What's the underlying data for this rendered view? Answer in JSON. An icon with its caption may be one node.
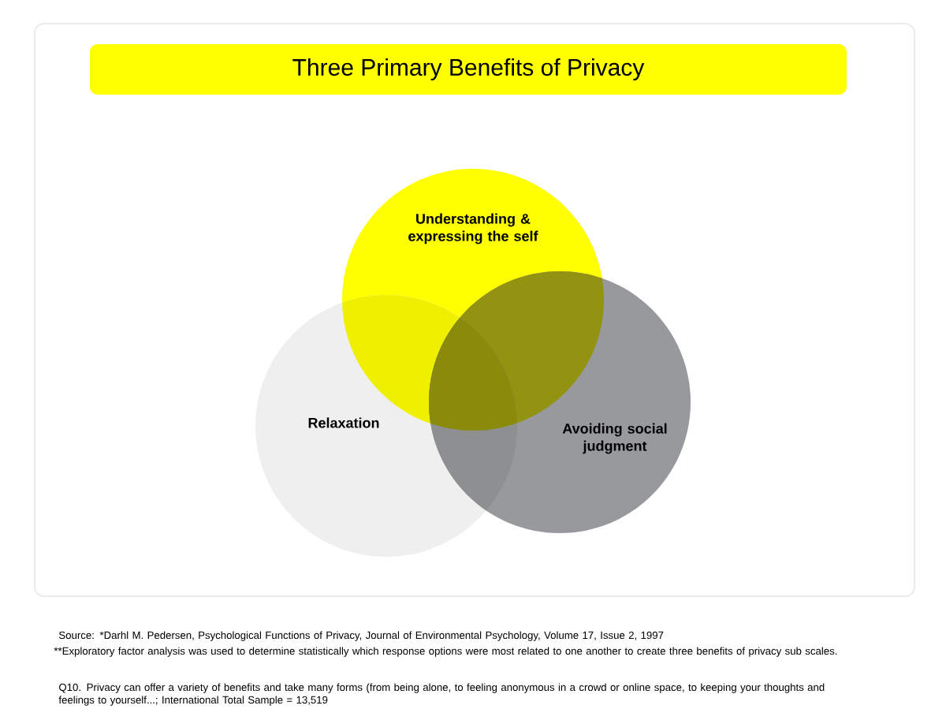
{
  "diagram": {
    "title": "Three Primary Benefits of Privacy",
    "nodes": [
      {
        "text": [
          "Understanding & expressing the self"
        ]
      },
      {
        "text": [
          "Relaxation"
        ]
      },
      {
        "text": [
          "Avoiding social judgment"
        ]
      }
    ],
    "labels": [
      "Source: *Darhl M. Pedersen, Psychological Functions of Privacy, Journal of Environmental Psychology, Volume 17, Issue 2, 1997",
      "**Exploratory factor analysis was used to determine statistically which response options were most related to one another to create three benefits of privacy sub scales.",
      "Q10. Privacy can offer a variety of benefits and take many forms (from being alone, to feeling anonymous in a crowd or online space, to keeping your thoughts and feelings to yourself...; International Total Sample = 13,519"
    ]
  }
}
